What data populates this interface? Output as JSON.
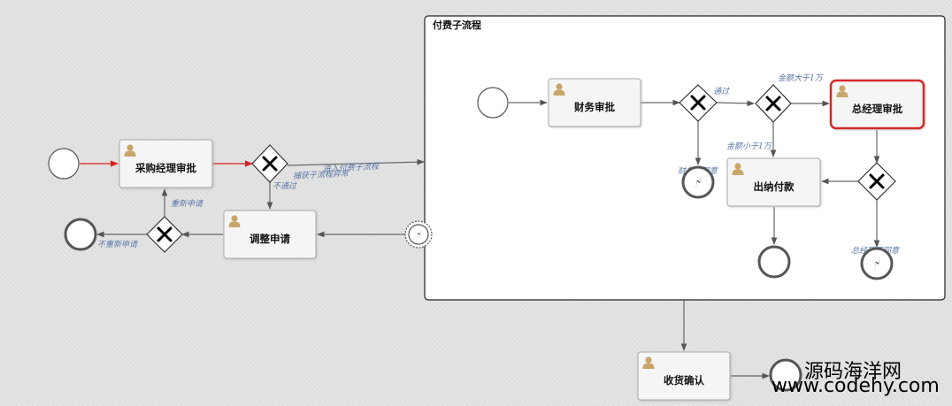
{
  "subprocess": {
    "title": "付费子流程"
  },
  "tasks": {
    "purchase_approval": "采购经理审批",
    "adjust_request": "调整申请",
    "finance_approval": "财务审批",
    "gm_approval": "总经理审批",
    "cashier_payment": "出纳付款",
    "receipt_confirm": "收货确认"
  },
  "flows": {
    "enter_subprocess": "进入付费子流程",
    "catch_error": "捕获子流程异常",
    "not_passed": "不通过",
    "reapply": "重新申请",
    "not_reapply": "不重新申请",
    "passed_finance": "通过",
    "amount_gt": "金额大于1万",
    "amount_lt": "金额小于1万",
    "finance_reject": "财务不同意",
    "gm_passed": "通过",
    "gm_reject": "总经理不同意"
  },
  "watermark": {
    "name": "源码海洋网",
    "url": "www.codehy.com"
  },
  "colors": {
    "active_flow": "#e02020",
    "flow": "#5a5a5a",
    "highlight": "#d42b2b",
    "task_fill": "#f5f5f5",
    "user_icon": "#c8a66a",
    "label": "#5a78a8"
  }
}
